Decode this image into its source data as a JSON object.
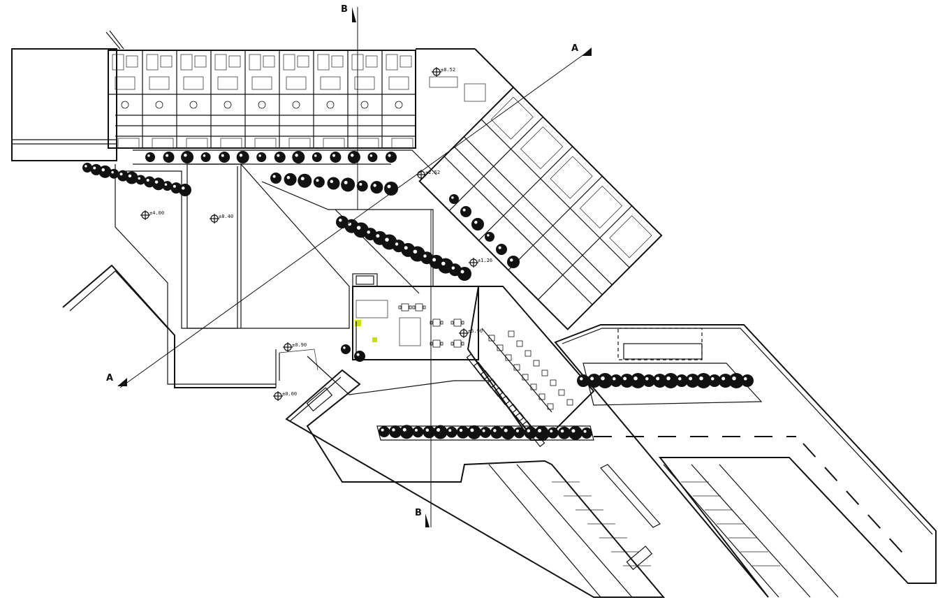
{
  "section_markers": [
    {
      "id": "A",
      "label": "A"
    },
    {
      "id": "A2",
      "label": "A"
    },
    {
      "id": "B",
      "label": "B"
    },
    {
      "id": "B2",
      "label": "B"
    }
  ],
  "levels": [
    {
      "id": "l1",
      "text": "±8.52"
    },
    {
      "id": "l2",
      "text": "±2.52"
    },
    {
      "id": "l3",
      "text": "±4.00"
    },
    {
      "id": "l4",
      "text": "±8.40"
    },
    {
      "id": "l5",
      "text": "±1.26"
    },
    {
      "id": "l6",
      "text": "±5.90"
    },
    {
      "id": "l7",
      "text": "±0.90"
    },
    {
      "id": "l8",
      "text": "±0.00"
    }
  ],
  "colors": {
    "line": "#111111",
    "background": "#ffffff",
    "accent": "#c8e000"
  }
}
